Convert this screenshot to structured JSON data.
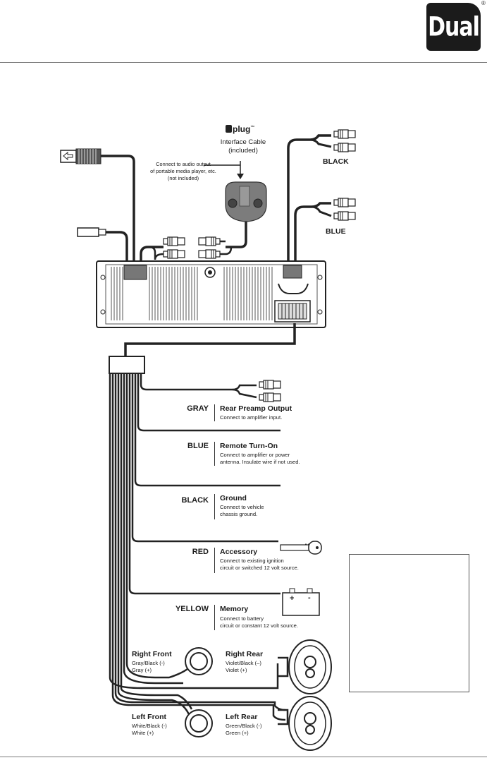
{
  "brand": {
    "logo": "Dual",
    "registered": "®"
  },
  "iplug": {
    "name": "plug",
    "tm": "™",
    "line1": "Interface Cable",
    "line2": "(included)"
  },
  "connect_note": {
    "line1": "Connect to audio output",
    "line2": "of portable media player, etc.",
    "line3": "(not included)"
  },
  "rca_labels": {
    "black": "BLACK",
    "blue": "BLUE"
  },
  "wires": [
    {
      "color": "GRAY",
      "title": "Rear Preamp Output",
      "desc1": "Connect to amplifier input.",
      "desc2": ""
    },
    {
      "color": "BLUE",
      "title": "Remote Turn-On",
      "desc1": "Connect to amplifier or power",
      "desc2": "antenna. Insulate wire if not used."
    },
    {
      "color": "BLACK",
      "title": "Ground",
      "desc1": "Connect to vehicle",
      "desc2": "chassis ground."
    },
    {
      "color": "RED",
      "title": "Accessory",
      "desc1": "Connect to existing ignition",
      "desc2": "circuit or switched 12 volt source."
    },
    {
      "color": "YELLOW",
      "title": "Memory",
      "desc1": "Connect to battery",
      "desc2": "circuit or constant 12 volt source."
    }
  ],
  "battery": {
    "plus": "+",
    "minus": "-"
  },
  "speakers": {
    "right_front": {
      "title": "Right Front",
      "neg": "Gray/Black (-)",
      "pos": "Gray (+)"
    },
    "right_rear": {
      "title": "Right Rear",
      "neg": "Violet/Black (–)",
      "pos": "Violet (+)"
    },
    "left_front": {
      "title": "Left Front",
      "neg": "White/Black (-)",
      "pos": "White (+)"
    },
    "left_rear": {
      "title": "Left Rear",
      "neg": "Green/Black (-)",
      "pos": "Green (+)"
    }
  }
}
